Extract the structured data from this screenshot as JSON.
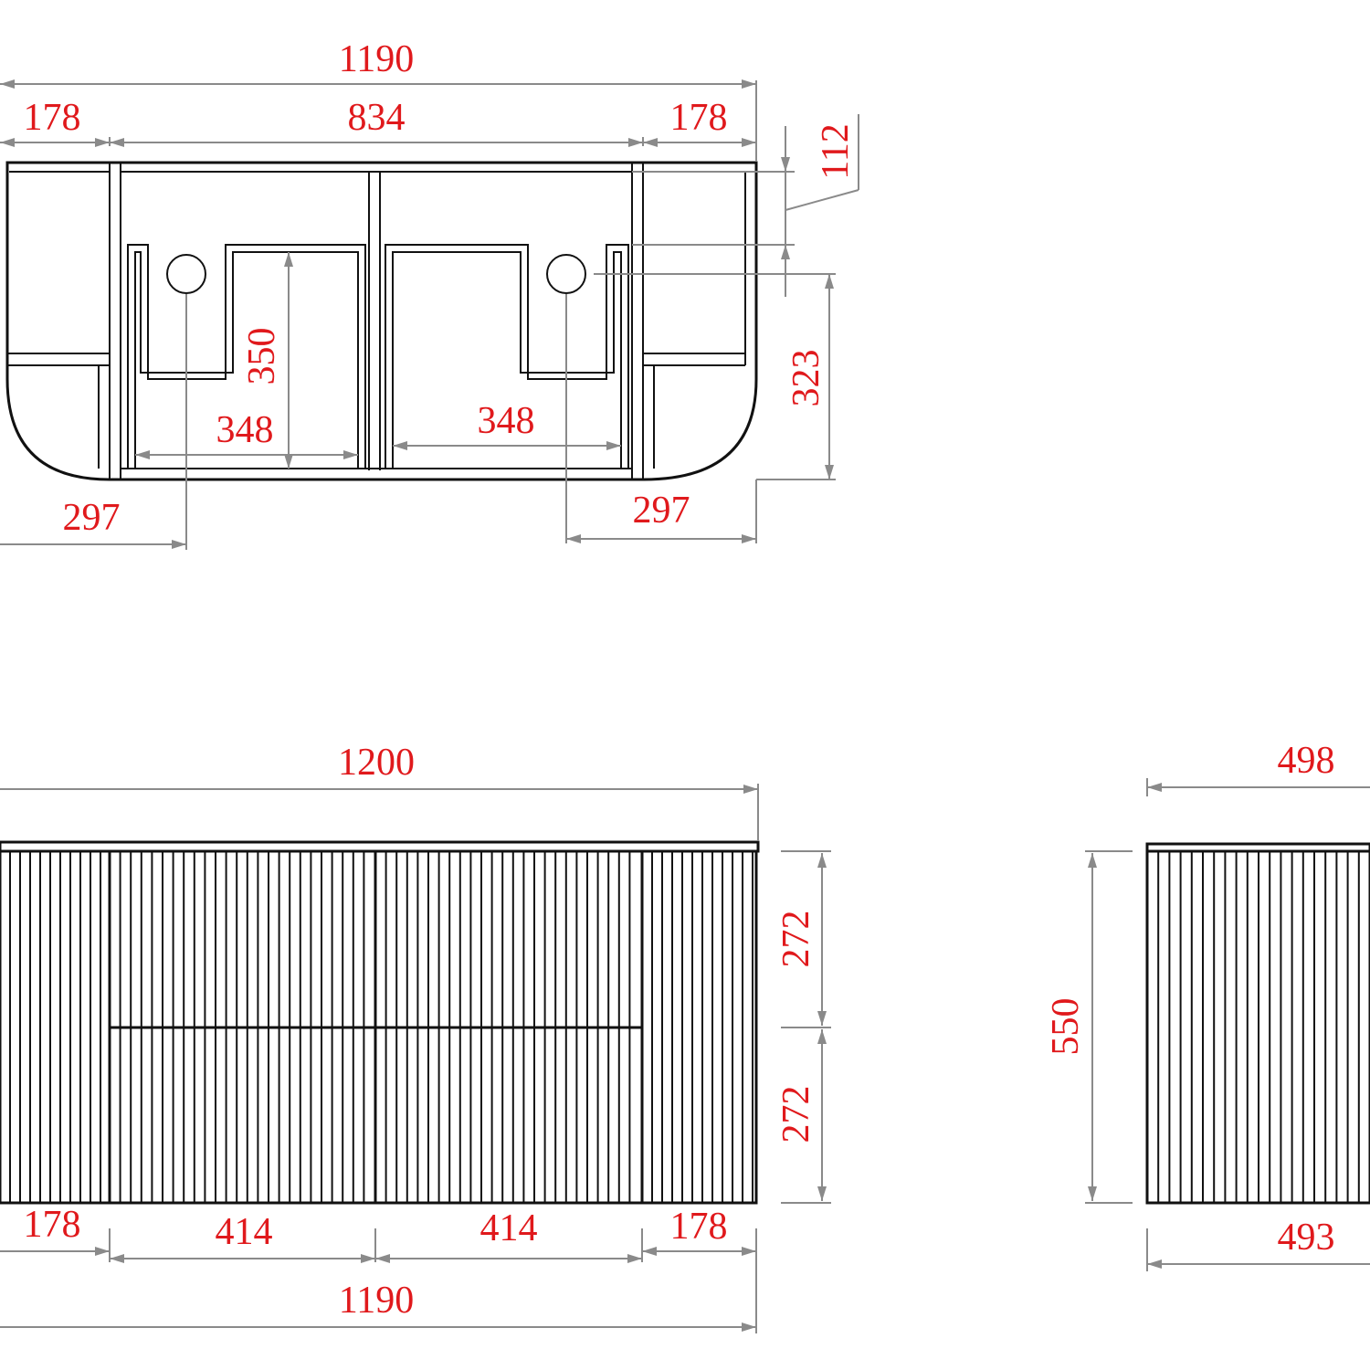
{
  "colors": {
    "dimension_text": "#e0191c",
    "dimension_line": "#8a8a8a",
    "outline": "#111111",
    "background": "#ffffff"
  },
  "top_view": {
    "overall_width": "1190",
    "left_section": "178",
    "middle_section": "834",
    "right_section": "178",
    "top_offset": "112",
    "waste_height": "350",
    "left_bay": "348",
    "right_bay": "348",
    "depth": "323",
    "left_waste_offset": "297",
    "right_waste_offset": "297"
  },
  "front_view": {
    "overall_width": "1200",
    "upper_drawer": "272",
    "lower_drawer": "272",
    "left_end": "178",
    "left_drawer_width": "414",
    "right_drawer_width": "414",
    "right_end": "178",
    "carcass_width": "1190"
  },
  "side_view": {
    "top_depth": "498",
    "height": "550",
    "bottom_depth": "493"
  }
}
